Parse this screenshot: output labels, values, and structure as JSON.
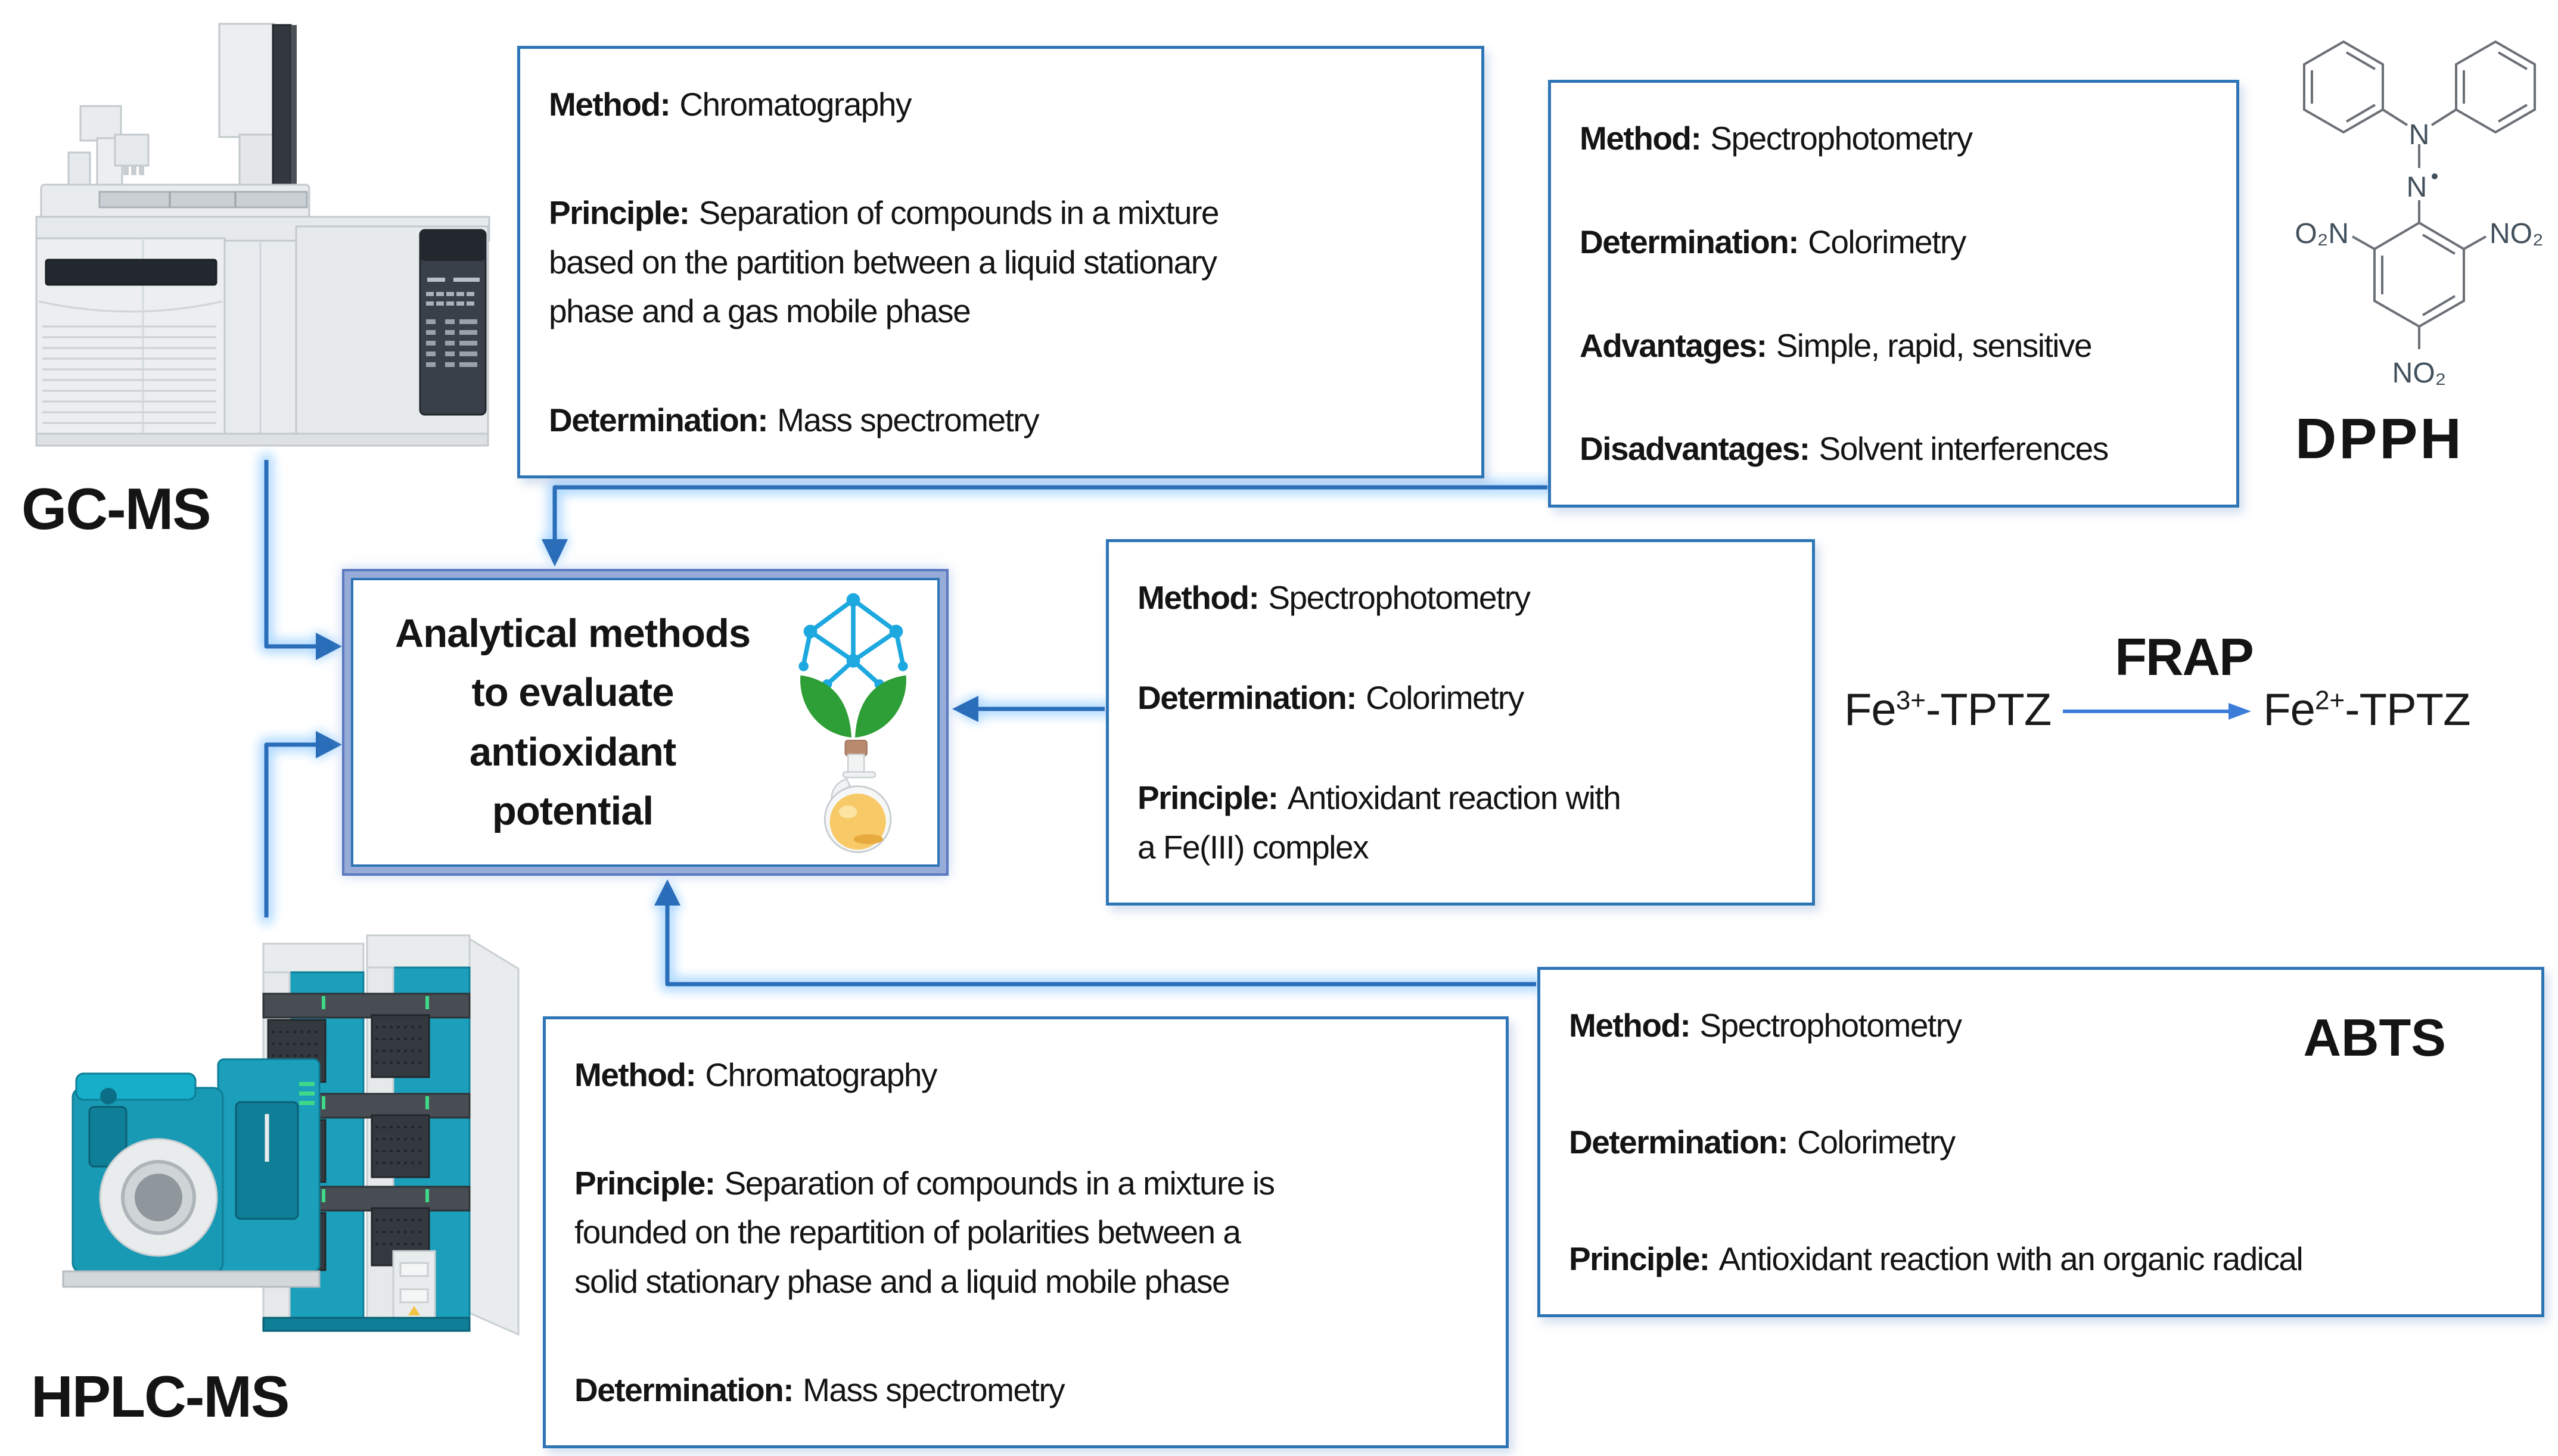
{
  "labels": {
    "gcms": "GC-MS",
    "hplcms": "HPLC-MS",
    "dpph": "DPPH"
  },
  "center_box": {
    "lines": [
      "Analytical methods",
      "to evaluate",
      "antioxidant",
      "potential"
    ]
  },
  "boxes": {
    "gc": {
      "items": [
        {
          "label": "Method:",
          "lines": [
            "Chromatography"
          ]
        },
        {
          "label": "Principle:",
          "lines": [
            "Separation of compounds in a mixture",
            "based on the partition between a liquid stationary",
            "phase and a gas mobile phase"
          ]
        },
        {
          "label": "Determination:",
          "lines": [
            "Mass spectrometry"
          ]
        }
      ]
    },
    "dpph": {
      "items": [
        {
          "label": "Method:",
          "lines": [
            "Spectrophotometry"
          ]
        },
        {
          "label": "Determination:",
          "lines": [
            "Colorimetry"
          ]
        },
        {
          "label": "Advantages:",
          "lines": [
            "Simple, rapid, sensitive"
          ]
        },
        {
          "label": "Disadvantages:",
          "lines": [
            "Solvent interferences"
          ]
        }
      ]
    },
    "frap": {
      "items": [
        {
          "label": "Method:",
          "lines": [
            "Spectrophotometry"
          ]
        },
        {
          "label": "Determination:",
          "lines": [
            "Colorimetry"
          ]
        },
        {
          "label": "Principle:",
          "lines": [
            "Antioxidant reaction with",
            "a Fe(III) complex"
          ]
        }
      ]
    },
    "hplc": {
      "items": [
        {
          "label": "Method:",
          "lines": [
            "Chromatography"
          ]
        },
        {
          "label": "Principle:",
          "lines": [
            "Separation of compounds in a mixture is",
            "founded on the repartition of polarities between a",
            "solid stationary phase and a liquid mobile phase"
          ]
        },
        {
          "label": "Determination:",
          "lines": [
            "Mass spectrometry"
          ]
        }
      ]
    },
    "abts": {
      "title": "ABTS",
      "items": [
        {
          "label": "Method:",
          "lines": [
            "Spectrophotometry"
          ]
        },
        {
          "label": "Determination:",
          "lines": [
            "Colorimetry"
          ]
        },
        {
          "label": "Principle:",
          "lines": [
            "Antioxidant reaction with an organic radical"
          ]
        }
      ]
    }
  },
  "frap_reaction": {
    "label": "FRAP",
    "reactant_base": "Fe",
    "reactant_charge": "3+",
    "reactant_suffix": "-TPTZ",
    "product_base": "Fe",
    "product_charge": "2+",
    "product_suffix": "-TPTZ"
  },
  "dpph_structure": {
    "n_top": "N",
    "n_radical": "N",
    "no2_left": "O₂N",
    "no2_right": "NO₂",
    "no2_bottom": "NO₂"
  },
  "colors": {
    "accent_blue": "#2e75b6",
    "arrow_glow": "#a7d6ff",
    "center_box_band": "#97abd8",
    "instrument_teal": "#1b9fba",
    "panel_dark": "#394049",
    "molecule_blue": "#1da9e0",
    "leaf_green": "#2e9e36",
    "oil_yellow": "#f8c967"
  }
}
